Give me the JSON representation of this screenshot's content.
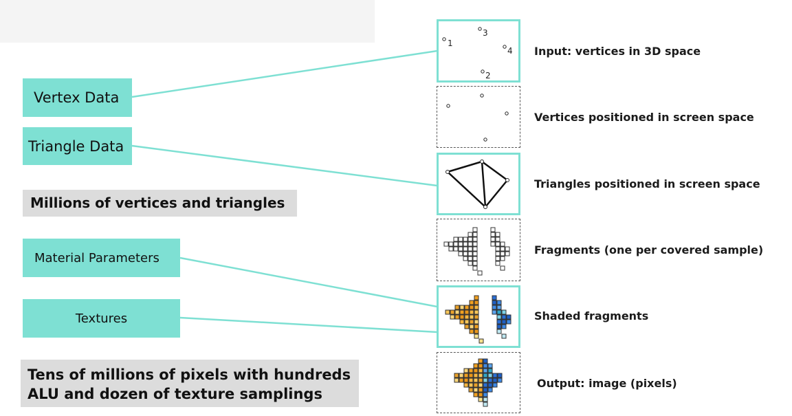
{
  "boxes": {
    "vertex_data": "Vertex Data",
    "triangle_data": "Triangle Data",
    "material_parameters": "Material Parameters",
    "textures": "Textures"
  },
  "notes": {
    "millions": "Millions of vertices and triangles",
    "tens_line1": "Tens of millions of pixels with hundreds",
    "tens_line2": "ALU and dozen of texture samplings"
  },
  "stages": [
    "Input: vertices in 3D space",
    "Vertices positioned in screen space",
    "Triangles positioned in screen space",
    "Fragments (one per covered sample)",
    "Shaded fragments",
    "Output: image (pixels)"
  ],
  "vertex_labels": [
    "1",
    "2",
    "3",
    "4"
  ],
  "colors": {
    "teal": "#7ee0d3",
    "gray_box": "#dcdcdc",
    "orange": "#f0a020",
    "blue": "#2a6fd6"
  }
}
